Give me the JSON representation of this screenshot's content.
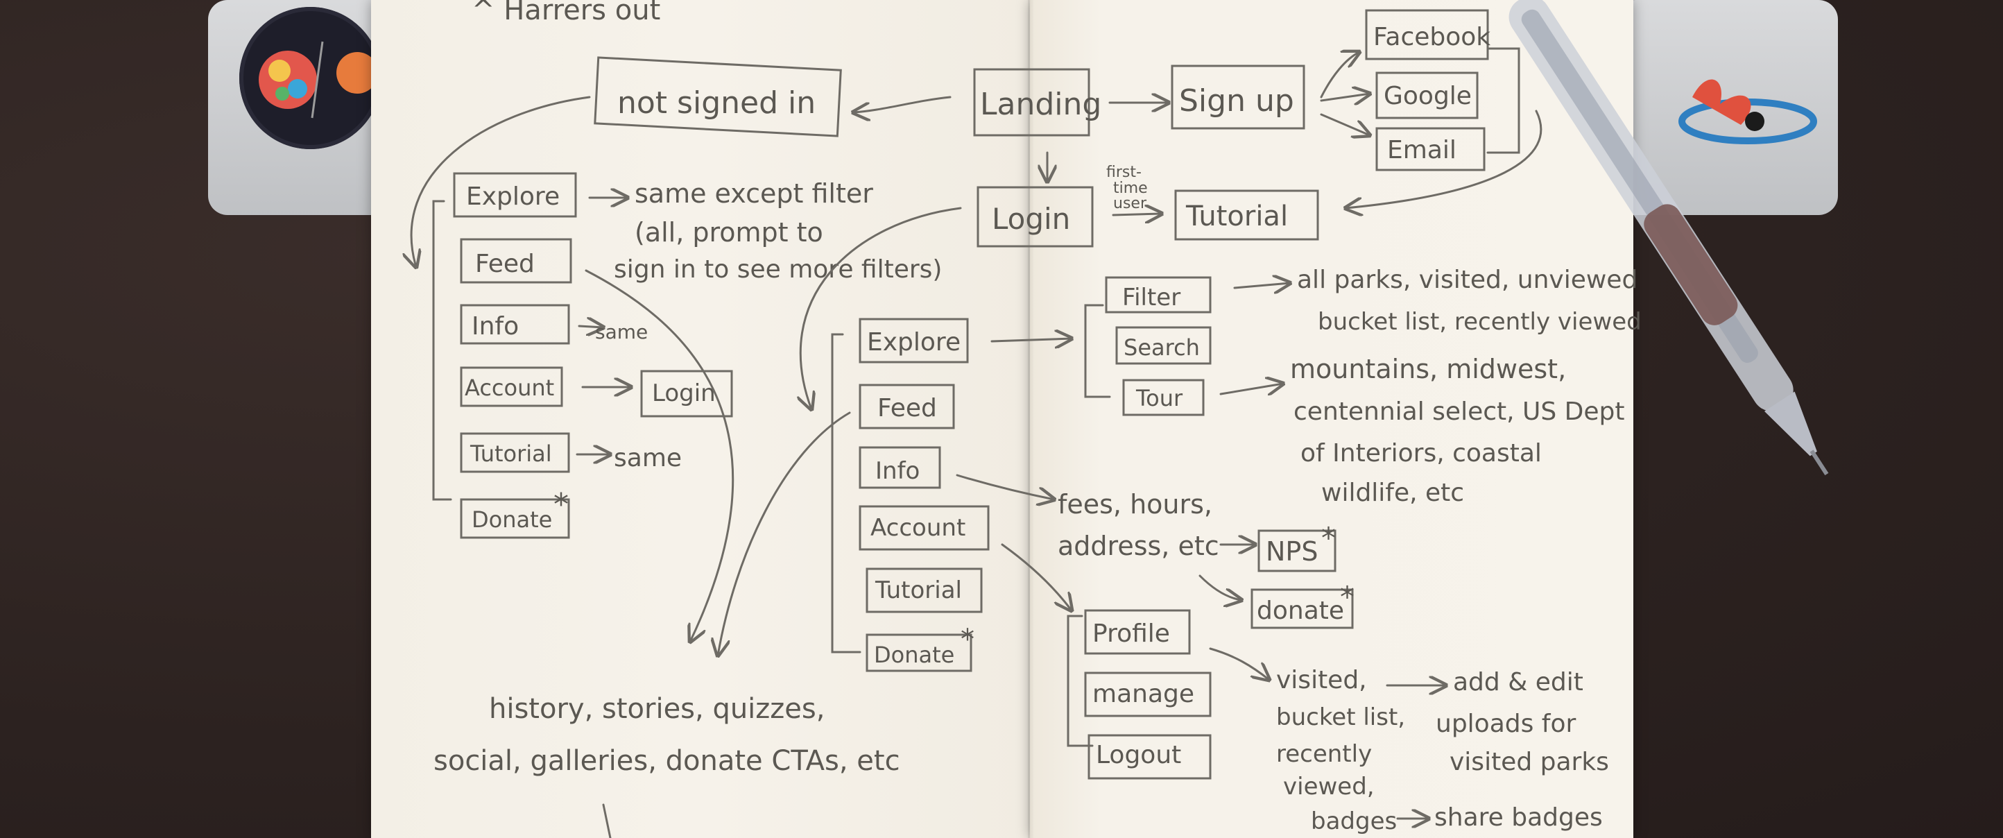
{
  "notes": {
    "top_partial": "^ Harrers out"
  },
  "nodes": {
    "not_signed_in": "not signed in",
    "landing": "Landing",
    "sign_up": "Sign up",
    "facebook": "Facebook",
    "google": "Google",
    "email": "Email",
    "login": "Login",
    "first_time_user": [
      "first-",
      "time",
      "user"
    ],
    "tutorial": "Tutorial",
    "left_menu": {
      "explore": "Explore",
      "feed": "Feed",
      "info": "Info",
      "account": "Account",
      "tutorial": "Tutorial",
      "donate": "Donate",
      "login": "Login"
    },
    "right_menu": {
      "explore": "Explore",
      "feed": "Feed",
      "info": "Info",
      "account": "Account",
      "tutorial": "Tutorial",
      "donate": "Donate"
    },
    "filter": "Filter",
    "search": "Search",
    "tour": "Tour",
    "nps": "NPS",
    "donate2": "donate",
    "profile": "Profile",
    "manage": "manage",
    "logout": "Logout"
  },
  "annotations": {
    "same_except_filter": [
      "same except filter",
      "(all, prompt to",
      "sign in to see more filters)"
    ],
    "same_info": "same",
    "same_tutorial": "same",
    "feed_content": [
      "history, stories, quizzes,",
      "social, galleries, donate CTAs, etc"
    ],
    "filter_options": [
      "all parks, visited, unviewed",
      "bucket list, recently viewed"
    ],
    "tour_options": [
      "mountains, midwest,",
      "centennial select, US Dept",
      "of Interiors, coastal",
      "wildlife, etc"
    ],
    "info_content": [
      "fees, hours,",
      "address, etc"
    ],
    "profile_content": [
      "visited,",
      "bucket list,",
      "recently",
      "viewed,",
      "badges"
    ],
    "add_edit": [
      "add & edit",
      "uploads for",
      "visited parks"
    ],
    "share_badges": "share badges"
  },
  "colors": {
    "pencil": "#5b5852",
    "paper": "#f5f1e9",
    "table": "#2c2220"
  }
}
